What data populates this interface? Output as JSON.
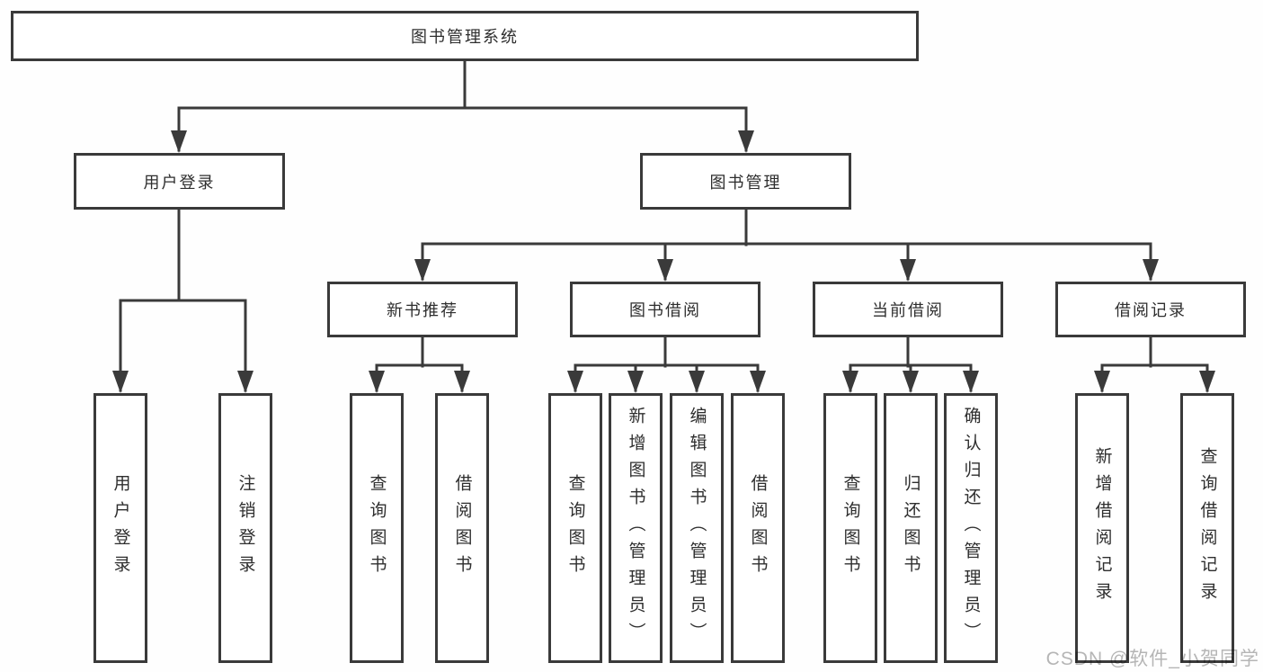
{
  "diagram": {
    "tree": {
      "label": "图书管理系统",
      "children": [
        {
          "label": "用户登录",
          "children": [
            {
              "label": "用户登录"
            },
            {
              "label": "注销登录"
            }
          ]
        },
        {
          "label": "图书管理",
          "children": [
            {
              "label": "新书推荐",
              "children": [
                {
                  "label": "查询图书"
                },
                {
                  "label": "借阅图书"
                }
              ]
            },
            {
              "label": "图书借阅",
              "children": [
                {
                  "label": "查询图书"
                },
                {
                  "label": "新增图书（管理员）"
                },
                {
                  "label": "编辑图书（管理员）"
                },
                {
                  "label": "借阅图书"
                }
              ]
            },
            {
              "label": "当前借阅",
              "children": [
                {
                  "label": "查询图书"
                },
                {
                  "label": "归还图书"
                },
                {
                  "label": "确认归还（管理员）"
                }
              ]
            },
            {
              "label": "借阅记录",
              "children": [
                {
                  "label": "新增借阅记录"
                },
                {
                  "label": "查询借阅记录"
                }
              ]
            }
          ]
        }
      ]
    },
    "colors": {
      "line": "#3a3a3a",
      "text": "#2e2e2e",
      "box_fill": "#ffffff",
      "background": "#fefefe",
      "watermark": "#b6b6b6"
    }
  },
  "watermark": {
    "text": "CSDN @软件_小贺同学"
  }
}
